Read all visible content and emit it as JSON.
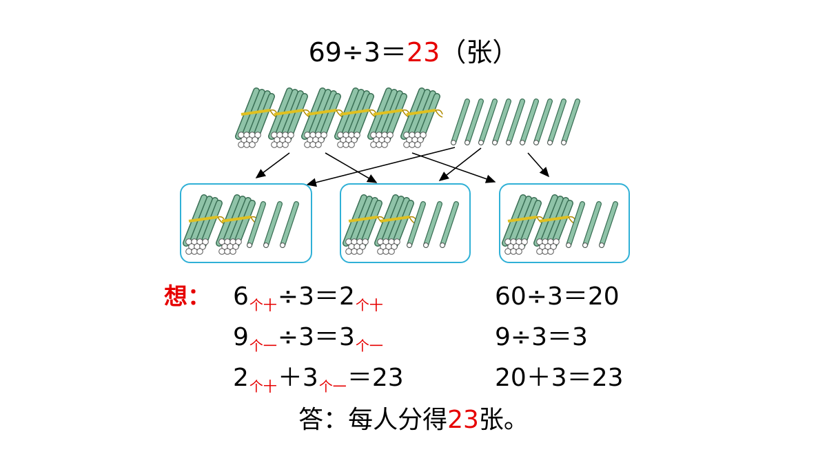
{
  "equation": {
    "left": "69÷3＝",
    "result": "23",
    "unit": "（张）"
  },
  "think_label": "想：",
  "left_steps": [
    {
      "a": "6",
      "a_unit": "个十",
      "op": "÷3＝",
      "b": "2",
      "b_unit": "个十"
    },
    {
      "a": "9",
      "a_unit": "个一",
      "op": "÷3＝",
      "b": "3",
      "b_unit": "个一"
    },
    {
      "a": "2",
      "a_unit": "个十",
      "op": "＋3",
      "b": "",
      "b_unit": "个一",
      "tail": "＝23"
    }
  ],
  "right_steps": [
    "60÷3＝20",
    "9÷3＝3",
    "20＋3＝23"
  ],
  "answer": {
    "prefix": "答：每人分得",
    "number": "23",
    "suffix": "张。"
  },
  "illustration": {
    "bundles_total": 6,
    "singles_total": 9,
    "groups": [
      {
        "bundles": 2,
        "singles": 3
      },
      {
        "bundles": 2,
        "singles": 3
      },
      {
        "bundles": 2,
        "singles": 3
      }
    ]
  },
  "colors": {
    "accent_red": "#e60000",
    "stick_fill": "#8fc3a8",
    "stick_stroke": "#3a6f55",
    "box_border": "#2fb0d6",
    "tie": "#e0c020"
  }
}
